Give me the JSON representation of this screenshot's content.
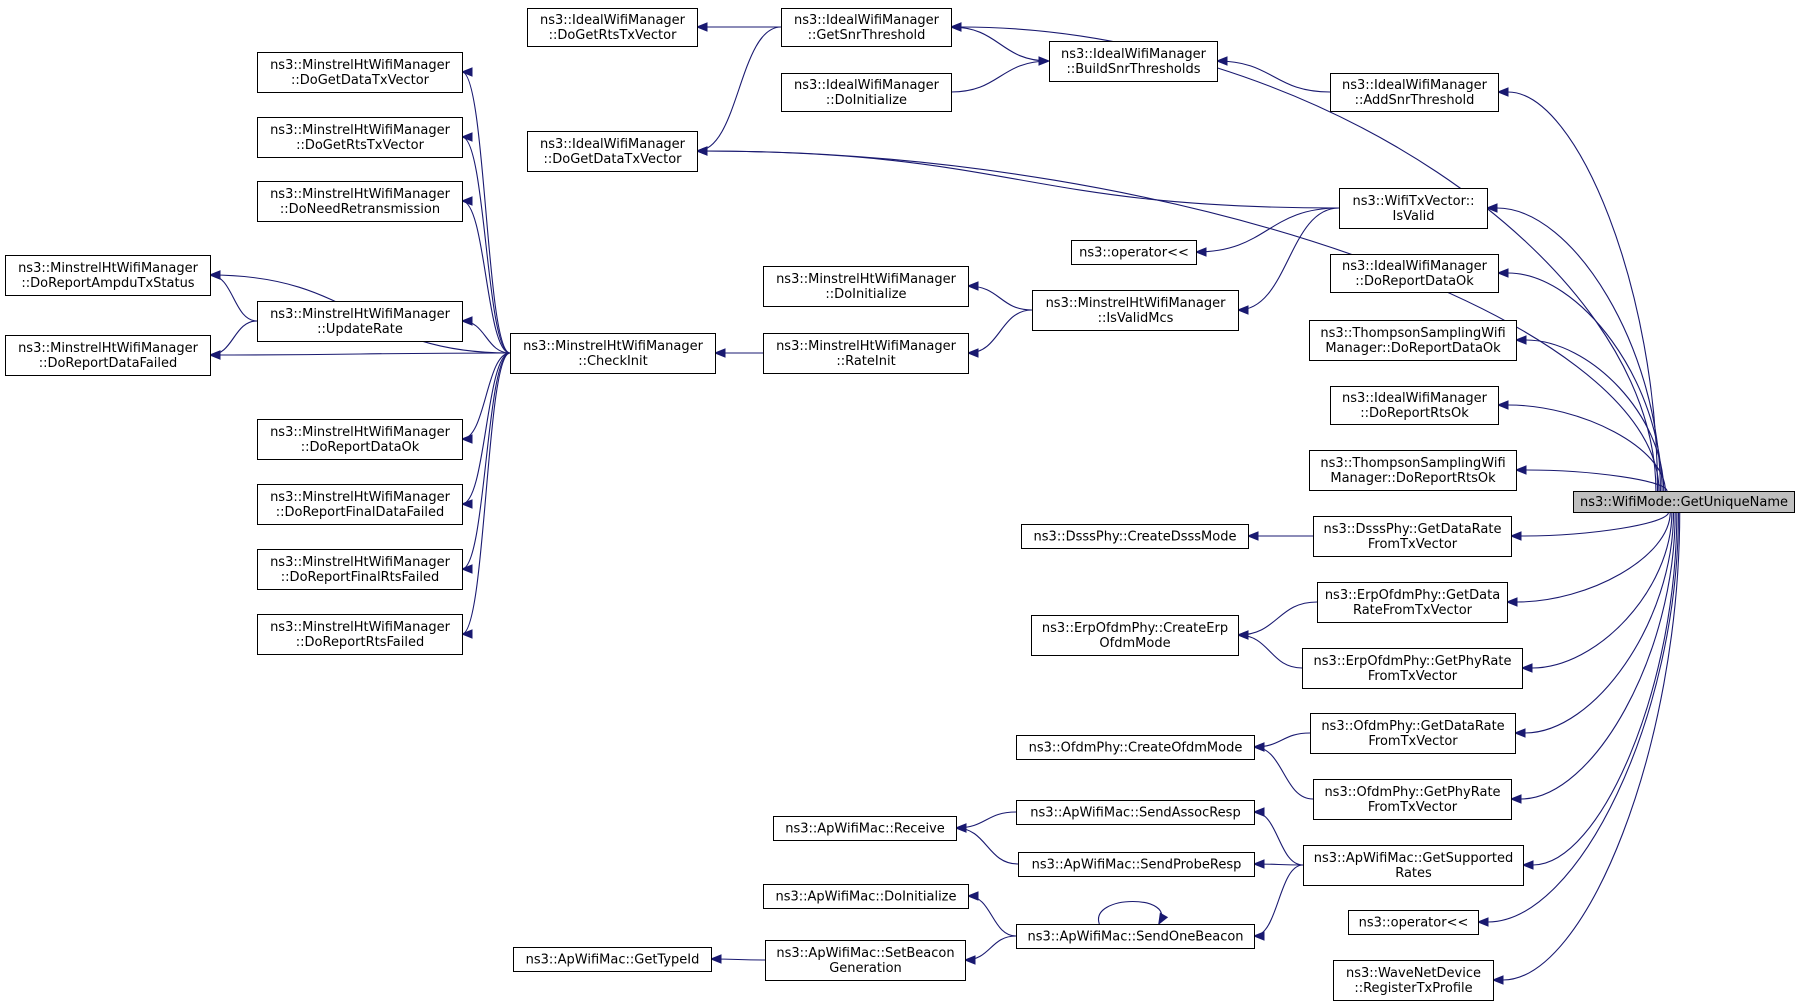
{
  "graph": {
    "nodes": [
      {
        "id": "root",
        "lines": [
          "ns3::WifiMode::GetUniqueName"
        ],
        "root": true
      },
      {
        "id": "iw_dgrtstx",
        "lines": [
          "ns3::IdealWifiManager",
          "::DoGetRtsTxVector"
        ]
      },
      {
        "id": "iw_snrth",
        "lines": [
          "ns3::IdealWifiManager",
          "::GetSnrThreshold"
        ]
      },
      {
        "id": "iw_build",
        "lines": [
          "ns3::IdealWifiManager",
          "::BuildSnrThresholds"
        ]
      },
      {
        "id": "iw_doinit",
        "lines": [
          "ns3::IdealWifiManager",
          "::DoInitialize"
        ]
      },
      {
        "id": "iw_addsnr",
        "lines": [
          "ns3::IdealWifiManager",
          "::AddSnrThreshold"
        ]
      },
      {
        "id": "iw_dgdatatx",
        "lines": [
          "ns3::IdealWifiManager",
          "::DoGetDataTxVector"
        ]
      },
      {
        "id": "txv_isvalid",
        "lines": [
          "ns3::WifiTxVector::",
          "IsValid"
        ]
      },
      {
        "id": "op_a",
        "lines": [
          "ns3::operator<<"
        ]
      },
      {
        "id": "iw_repdataok",
        "lines": [
          "ns3::IdealWifiManager",
          "::DoReportDataOk"
        ]
      },
      {
        "id": "ts_repdataok",
        "lines": [
          "ns3::ThompsonSamplingWifi",
          "Manager::DoReportDataOk"
        ]
      },
      {
        "id": "iw_reprtsok",
        "lines": [
          "ns3::IdealWifiManager",
          "::DoReportRtsOk"
        ]
      },
      {
        "id": "ts_reprtsok",
        "lines": [
          "ns3::ThompsonSamplingWifi",
          "Manager::DoReportRtsOk"
        ]
      },
      {
        "id": "m_dgdatatx",
        "lines": [
          "ns3::MinstrelHtWifiManager",
          "::DoGetDataTxVector"
        ]
      },
      {
        "id": "m_dgrtstx",
        "lines": [
          "ns3::MinstrelHtWifiManager",
          "::DoGetRtsTxVector"
        ]
      },
      {
        "id": "m_needretx",
        "lines": [
          "ns3::MinstrelHtWifiManager",
          "::DoNeedRetransmission"
        ]
      },
      {
        "id": "m_ampdu",
        "lines": [
          "ns3::MinstrelHtWifiManager",
          "::DoReportAmpduTxStatus"
        ]
      },
      {
        "id": "m_update",
        "lines": [
          "ns3::MinstrelHtWifiManager",
          "::UpdateRate"
        ]
      },
      {
        "id": "m_repdatafail",
        "lines": [
          "ns3::MinstrelHtWifiManager",
          "::DoReportDataFailed"
        ]
      },
      {
        "id": "m_checkinit",
        "lines": [
          "ns3::MinstrelHtWifiManager",
          "::CheckInit"
        ]
      },
      {
        "id": "m_doinit",
        "lines": [
          "ns3::MinstrelHtWifiManager",
          "::DoInitialize"
        ]
      },
      {
        "id": "m_isvalidmcs",
        "lines": [
          "ns3::MinstrelHtWifiManager",
          "::IsValidMcs"
        ]
      },
      {
        "id": "m_rateinit",
        "lines": [
          "ns3::MinstrelHtWifiManager",
          "::RateInit"
        ]
      },
      {
        "id": "m_repdataok",
        "lines": [
          "ns3::MinstrelHtWifiManager",
          "::DoReportDataOk"
        ]
      },
      {
        "id": "m_repfinaldata",
        "lines": [
          "ns3::MinstrelHtWifiManager",
          "::DoReportFinalDataFailed"
        ]
      },
      {
        "id": "m_repfinalrts",
        "lines": [
          "ns3::MinstrelHtWifiManager",
          "::DoReportFinalRtsFailed"
        ]
      },
      {
        "id": "m_reprtsfail",
        "lines": [
          "ns3::MinstrelHtWifiManager",
          "::DoReportRtsFailed"
        ]
      },
      {
        "id": "dsss_create",
        "lines": [
          "ns3::DsssPhy::CreateDsssMode"
        ]
      },
      {
        "id": "dsss_getrate",
        "lines": [
          "ns3::DsssPhy::GetDataRate",
          "FromTxVector"
        ]
      },
      {
        "id": "erp_create",
        "lines": [
          "ns3::ErpOfdmPhy::CreateErp",
          "OfdmMode"
        ]
      },
      {
        "id": "erp_getdata",
        "lines": [
          "ns3::ErpOfdmPhy::GetData",
          "RateFromTxVector"
        ]
      },
      {
        "id": "erp_getphy",
        "lines": [
          "ns3::ErpOfdmPhy::GetPhyRate",
          "FromTxVector"
        ]
      },
      {
        "id": "ofdm_create",
        "lines": [
          "ns3::OfdmPhy::CreateOfdmMode"
        ]
      },
      {
        "id": "ofdm_getdata",
        "lines": [
          "ns3::OfdmPhy::GetDataRate",
          "FromTxVector"
        ]
      },
      {
        "id": "ofdm_getphy",
        "lines": [
          "ns3::OfdmPhy::GetPhyRate",
          "FromTxVector"
        ]
      },
      {
        "id": "ap_receive",
        "lines": [
          "ns3::ApWifiMac::Receive"
        ]
      },
      {
        "id": "ap_assoc",
        "lines": [
          "ns3::ApWifiMac::SendAssocResp"
        ]
      },
      {
        "id": "ap_probe",
        "lines": [
          "ns3::ApWifiMac::SendProbeResp"
        ]
      },
      {
        "id": "ap_supported",
        "lines": [
          "ns3::ApWifiMac::GetSupported",
          "Rates"
        ]
      },
      {
        "id": "ap_doinit",
        "lines": [
          "ns3::ApWifiMac::DoInitialize"
        ]
      },
      {
        "id": "ap_beacon",
        "lines": [
          "ns3::ApWifiMac::SendOneBeacon"
        ]
      },
      {
        "id": "ap_gettypeid",
        "lines": [
          "ns3::ApWifiMac::GetTypeId"
        ]
      },
      {
        "id": "ap_setbeacon",
        "lines": [
          "ns3::ApWifiMac::SetBeacon",
          "Generation"
        ]
      },
      {
        "id": "op_b",
        "lines": [
          "ns3::operator<<"
        ]
      },
      {
        "id": "wave_reg",
        "lines": [
          "ns3::WaveNetDevice",
          "::RegisterTxProfile"
        ]
      }
    ],
    "edges": [
      [
        "iw_snrth",
        "iw_dgrtstx"
      ],
      [
        "iw_build",
        "iw_snrth"
      ],
      [
        "iw_snrth",
        "iw_dgdatatx"
      ],
      [
        "iw_doinit",
        "iw_build"
      ],
      [
        "iw_addsnr",
        "iw_build"
      ],
      [
        "root",
        "iw_snrth"
      ],
      [
        "root",
        "iw_addsnr"
      ],
      [
        "root",
        "iw_dgdatatx"
      ],
      [
        "txv_isvalid",
        "iw_dgdatatx"
      ],
      [
        "txv_isvalid",
        "op_a"
      ],
      [
        "txv_isvalid",
        "m_isvalidmcs"
      ],
      [
        "root",
        "txv_isvalid"
      ],
      [
        "root",
        "iw_repdataok"
      ],
      [
        "root",
        "ts_repdataok"
      ],
      [
        "root",
        "iw_reprtsok"
      ],
      [
        "root",
        "ts_reprtsok"
      ],
      [
        "m_checkinit",
        "m_dgdatatx"
      ],
      [
        "m_checkinit",
        "m_dgrtstx"
      ],
      [
        "m_checkinit",
        "m_needretx"
      ],
      [
        "m_checkinit",
        "m_ampdu"
      ],
      [
        "m_checkinit",
        "m_update"
      ],
      [
        "m_update",
        "m_ampdu"
      ],
      [
        "m_update",
        "m_repdatafail"
      ],
      [
        "m_checkinit",
        "m_repdatafail"
      ],
      [
        "m_checkinit",
        "m_repdataok"
      ],
      [
        "m_checkinit",
        "m_repfinaldata"
      ],
      [
        "m_checkinit",
        "m_repfinalrts"
      ],
      [
        "m_checkinit",
        "m_reprtsfail"
      ],
      [
        "m_rateinit",
        "m_checkinit"
      ],
      [
        "m_isvalidmcs",
        "m_doinit"
      ],
      [
        "m_isvalidmcs",
        "m_rateinit"
      ],
      [
        "root",
        "dsss_getrate"
      ],
      [
        "dsss_getrate",
        "dsss_create"
      ],
      [
        "root",
        "erp_getdata"
      ],
      [
        "erp_getdata",
        "erp_create"
      ],
      [
        "root",
        "erp_getphy"
      ],
      [
        "erp_getphy",
        "erp_create"
      ],
      [
        "root",
        "ofdm_getdata"
      ],
      [
        "ofdm_getdata",
        "ofdm_create"
      ],
      [
        "root",
        "ofdm_getphy"
      ],
      [
        "ofdm_getphy",
        "ofdm_create"
      ],
      [
        "root",
        "ap_supported"
      ],
      [
        "ap_supported",
        "ap_assoc"
      ],
      [
        "ap_supported",
        "ap_probe"
      ],
      [
        "ap_supported",
        "ap_beacon"
      ],
      [
        "ap_assoc",
        "ap_receive"
      ],
      [
        "ap_probe",
        "ap_receive"
      ],
      [
        "ap_beacon",
        "ap_doinit"
      ],
      [
        "ap_beacon",
        "ap_setbeacon"
      ],
      [
        "ap_beacon",
        "ap_beacon"
      ],
      [
        "ap_setbeacon",
        "ap_gettypeid"
      ],
      [
        "root",
        "op_b"
      ],
      [
        "root",
        "wave_reg"
      ]
    ]
  }
}
